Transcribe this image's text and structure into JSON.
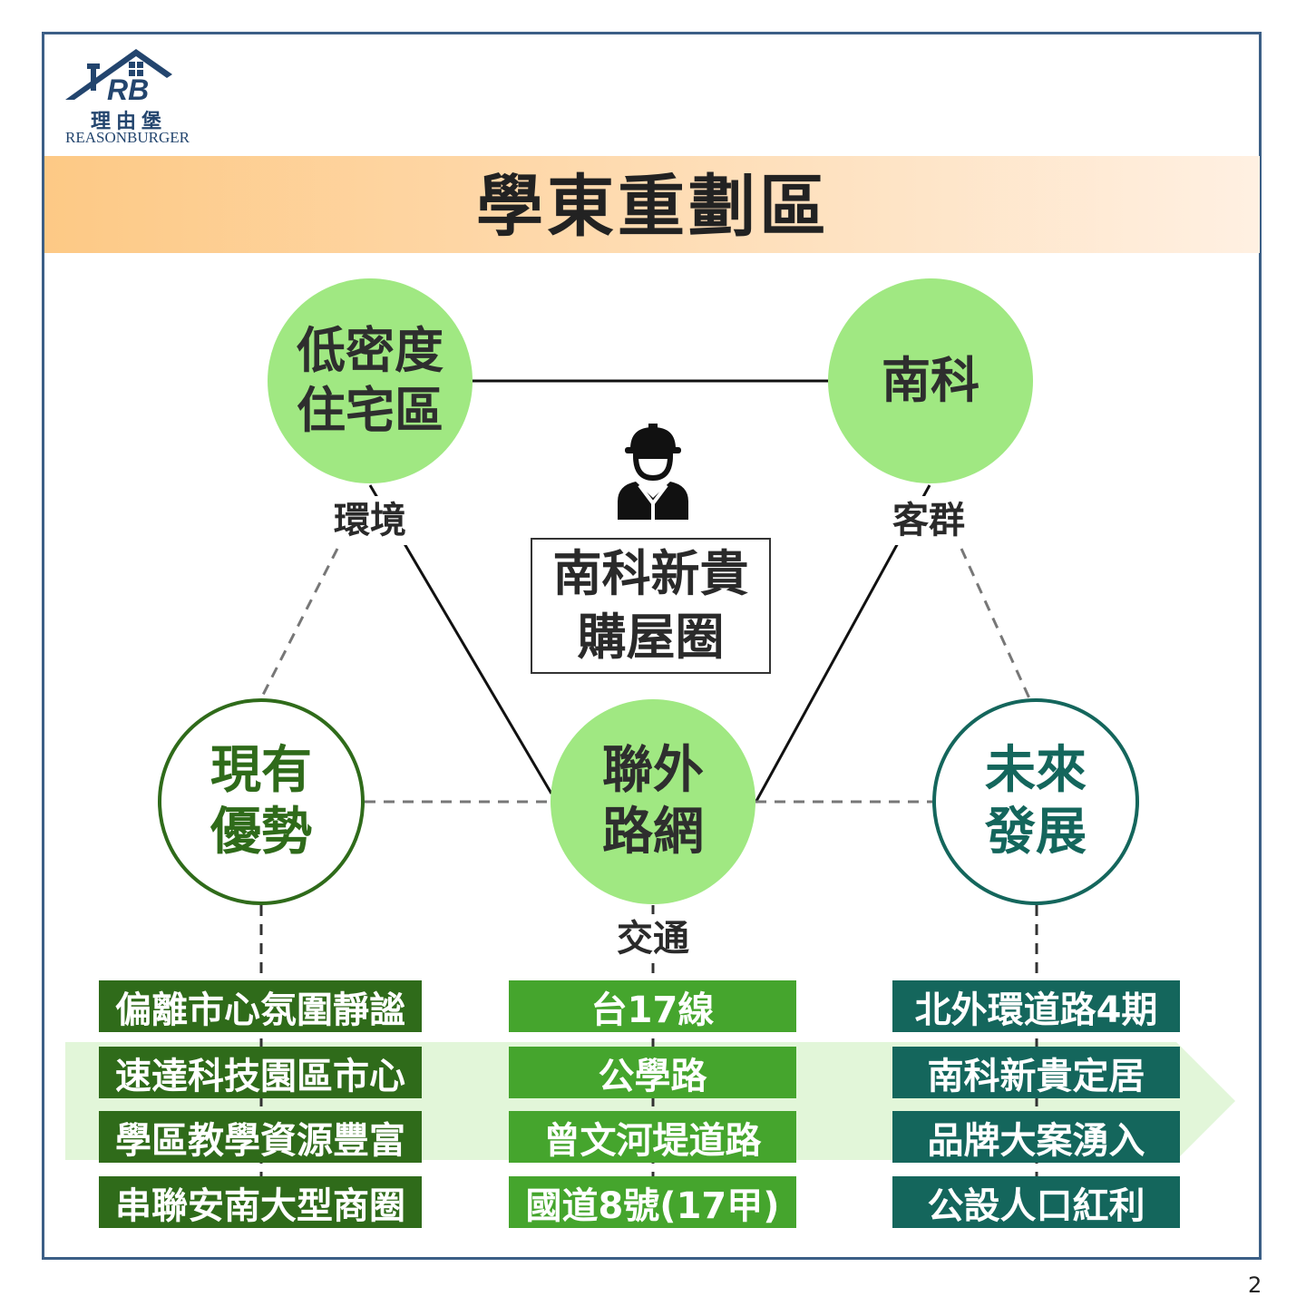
{
  "logo": {
    "mark_text": "RB",
    "chinese_name": "理由堡",
    "english_name": "REASONBURGER"
  },
  "title": "學東重劃區",
  "center": {
    "text": "南科新貴\n購屋圈",
    "icon": "worker-icon"
  },
  "nodes": {
    "low_density": "低密度\n住宅區",
    "nanke": "南科",
    "current": "現有\n優勢",
    "transport": "聯外\n路網",
    "future": "未來\n發展"
  },
  "labels": {
    "environment": "環境",
    "clientele": "客群",
    "traffic": "交通"
  },
  "lists": {
    "current_advantages": [
      "偏離市心氛圍靜謐",
      "速達科技園區市心",
      "學區教學資源豐富",
      "串聯安南大型商圈"
    ],
    "transport_roads": [
      "台17線",
      "公學路",
      "曾文河堤道路",
      "國道8號(17甲)"
    ],
    "future_development": [
      "北外環道路4期",
      "南科新貴定居",
      "品牌大案湧入",
      "公設人口紅利"
    ]
  },
  "colors": {
    "frame": "#3c5f86",
    "light_green": "#a0e882",
    "dark_green": "#2f6b1a",
    "mid_green": "#45a52d",
    "teal": "#14665c",
    "arrow_band": "#e2f6d9"
  },
  "page_number": "2"
}
